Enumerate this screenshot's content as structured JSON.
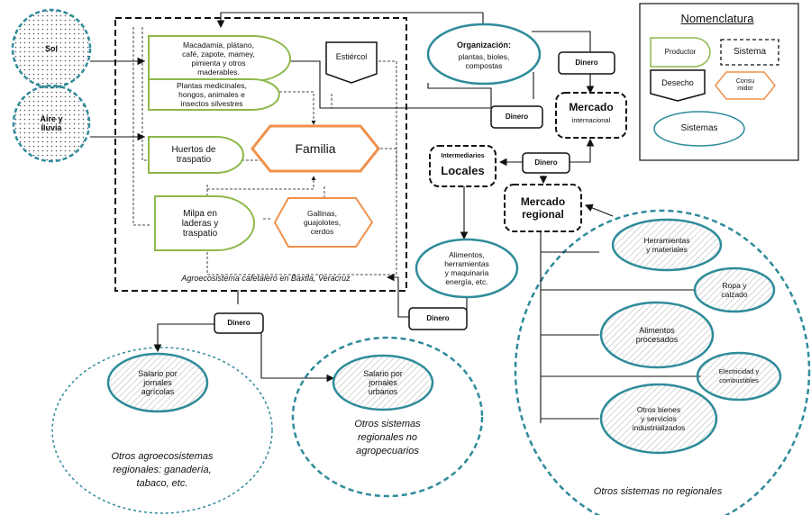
{
  "legend": {
    "title": "Nomenclatura",
    "productor": "Productor",
    "sistema": "Sistema",
    "desecho": "Desecho",
    "consumidor": "Consu\nmidor",
    "sistemas": "Sistemas"
  },
  "inputs": {
    "sol": "Sol",
    "aire": "Aire y\nlluvia"
  },
  "producers": {
    "macadamia": "Macadamia, plátano,\ncafé, zapote, mamey,\npimienta y otros\nmaderables.",
    "plantas": "Plantas medicinales,\nhongos, animales e\ninsectos silvestres",
    "huertos": "Huertos de\ntraspatio",
    "milpa": "Milpa en\nladeras y\ntraspatio"
  },
  "consumers": {
    "familia": "Familia",
    "gallinas": "Gallinas,\nguajolotes,\ncerdos"
  },
  "estiercol": "Estiércol",
  "agro_label": "Agroecosistema cafetalero en Baxtla, Veracruz",
  "organizacion": {
    "title": "Organización:",
    "body": "plantas, bioles,\ncompostas"
  },
  "dinero": "Dinero",
  "mercado_int": {
    "title": "Mercado",
    "sub": "internacional"
  },
  "intermediarios": {
    "small": "Intermediarios",
    "big": "Locales"
  },
  "mercado_reg": "Mercado\nregional",
  "alimentos_herr": "Alimentos,\nherramientas\ny maquinaria\nenergía, etc.",
  "goods": {
    "herramientas": "Herramientas\ny materiales",
    "ropa": "Ropa y\ncalzado",
    "alimentos_proc": "Alimentos\nprocesados",
    "electricidad": "Electricidad y\ncombustibles",
    "otros_bienes": "Otros bienes\ny servicios\nindustrializados"
  },
  "salario_agr": "Salario por\njornales\nagrícolas",
  "salario_urb": "Salario por\njornales\nurbanos",
  "otros_agro": "Otros agroecosistemas\nregionales: ganadería,\ntabaco, etc.",
  "otros_reg": "Otros sistemas\nregionales no\nagropecuarios",
  "otros_no_reg": "Otros sistemas no regionales",
  "colors": {
    "producer": "#8db84a",
    "consumer": "#f0904a",
    "system": "#2e8b9a"
  }
}
